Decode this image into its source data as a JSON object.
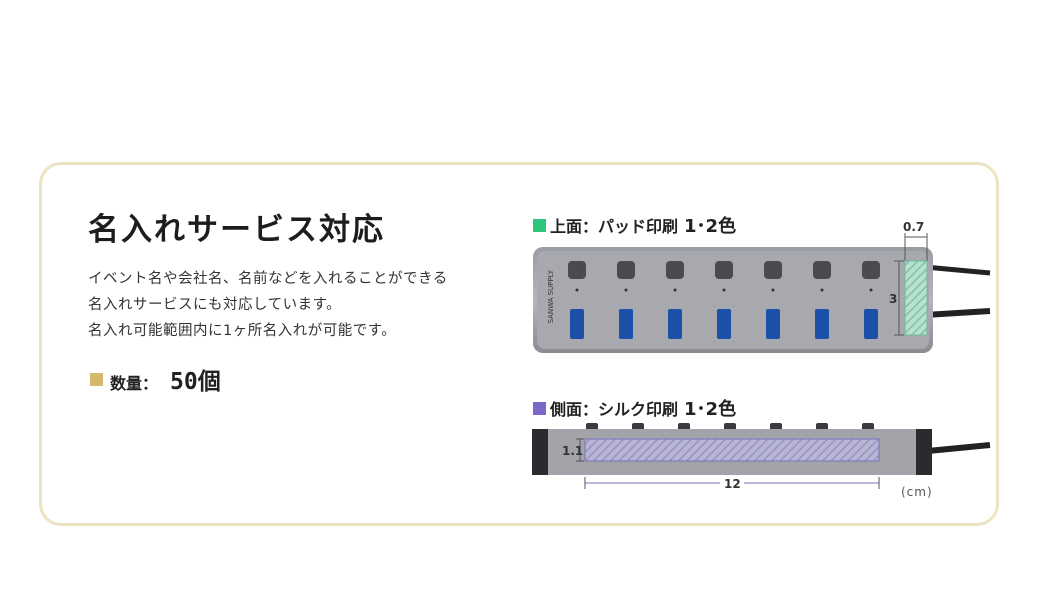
{
  "title": "名入れサービス対応",
  "description": [
    "イベント名や会社名、名前などを入れることができる",
    "名入れサービスにも対応しています。",
    "名入れ可能範囲内に1ヶ所名入れが可能です。"
  ],
  "quantity": {
    "label": "数量：",
    "value": "50個",
    "marker_color": "#d4b96a"
  },
  "top_section": {
    "label": "上面：パッド印刷",
    "colors": "1･2色",
    "marker_color": "#2ec47a",
    "dim_width": "0.7",
    "dim_height": "3"
  },
  "side_section": {
    "label": "側面：シルク印刷",
    "colors": "1･2色",
    "marker_color": "#7b68c9",
    "dim_height": "1.1",
    "dim_width": "12"
  },
  "device_brand": "SANWA SUPPLY",
  "unit": "(cm)"
}
